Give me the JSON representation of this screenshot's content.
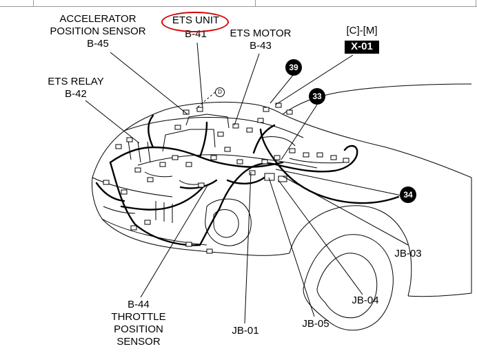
{
  "labels": {
    "accelerator": "ACCELERATOR\nPOSITION SENSOR\nB-45",
    "ets_unit": "ETS UNIT",
    "ets_unit_code": "B-41",
    "ets_motor": "ETS MOTOR\nB-43",
    "bracket": "[C]-[M]",
    "x01": "X-01",
    "ets_relay": "ETS RELAY\nB-42",
    "throttle": "B-44\nTHROTTLE\nPOSITION\nSENSOR",
    "jb01": "JB-01",
    "jb05": "JB-05",
    "jb04": "JB-04",
    "jb03": "JB-03"
  },
  "callouts": {
    "c39": "39",
    "c33": "33",
    "c34": "34",
    "d_mark": "D"
  },
  "colors": {
    "highlight_ring": "#d40000",
    "ink": "#000000"
  }
}
